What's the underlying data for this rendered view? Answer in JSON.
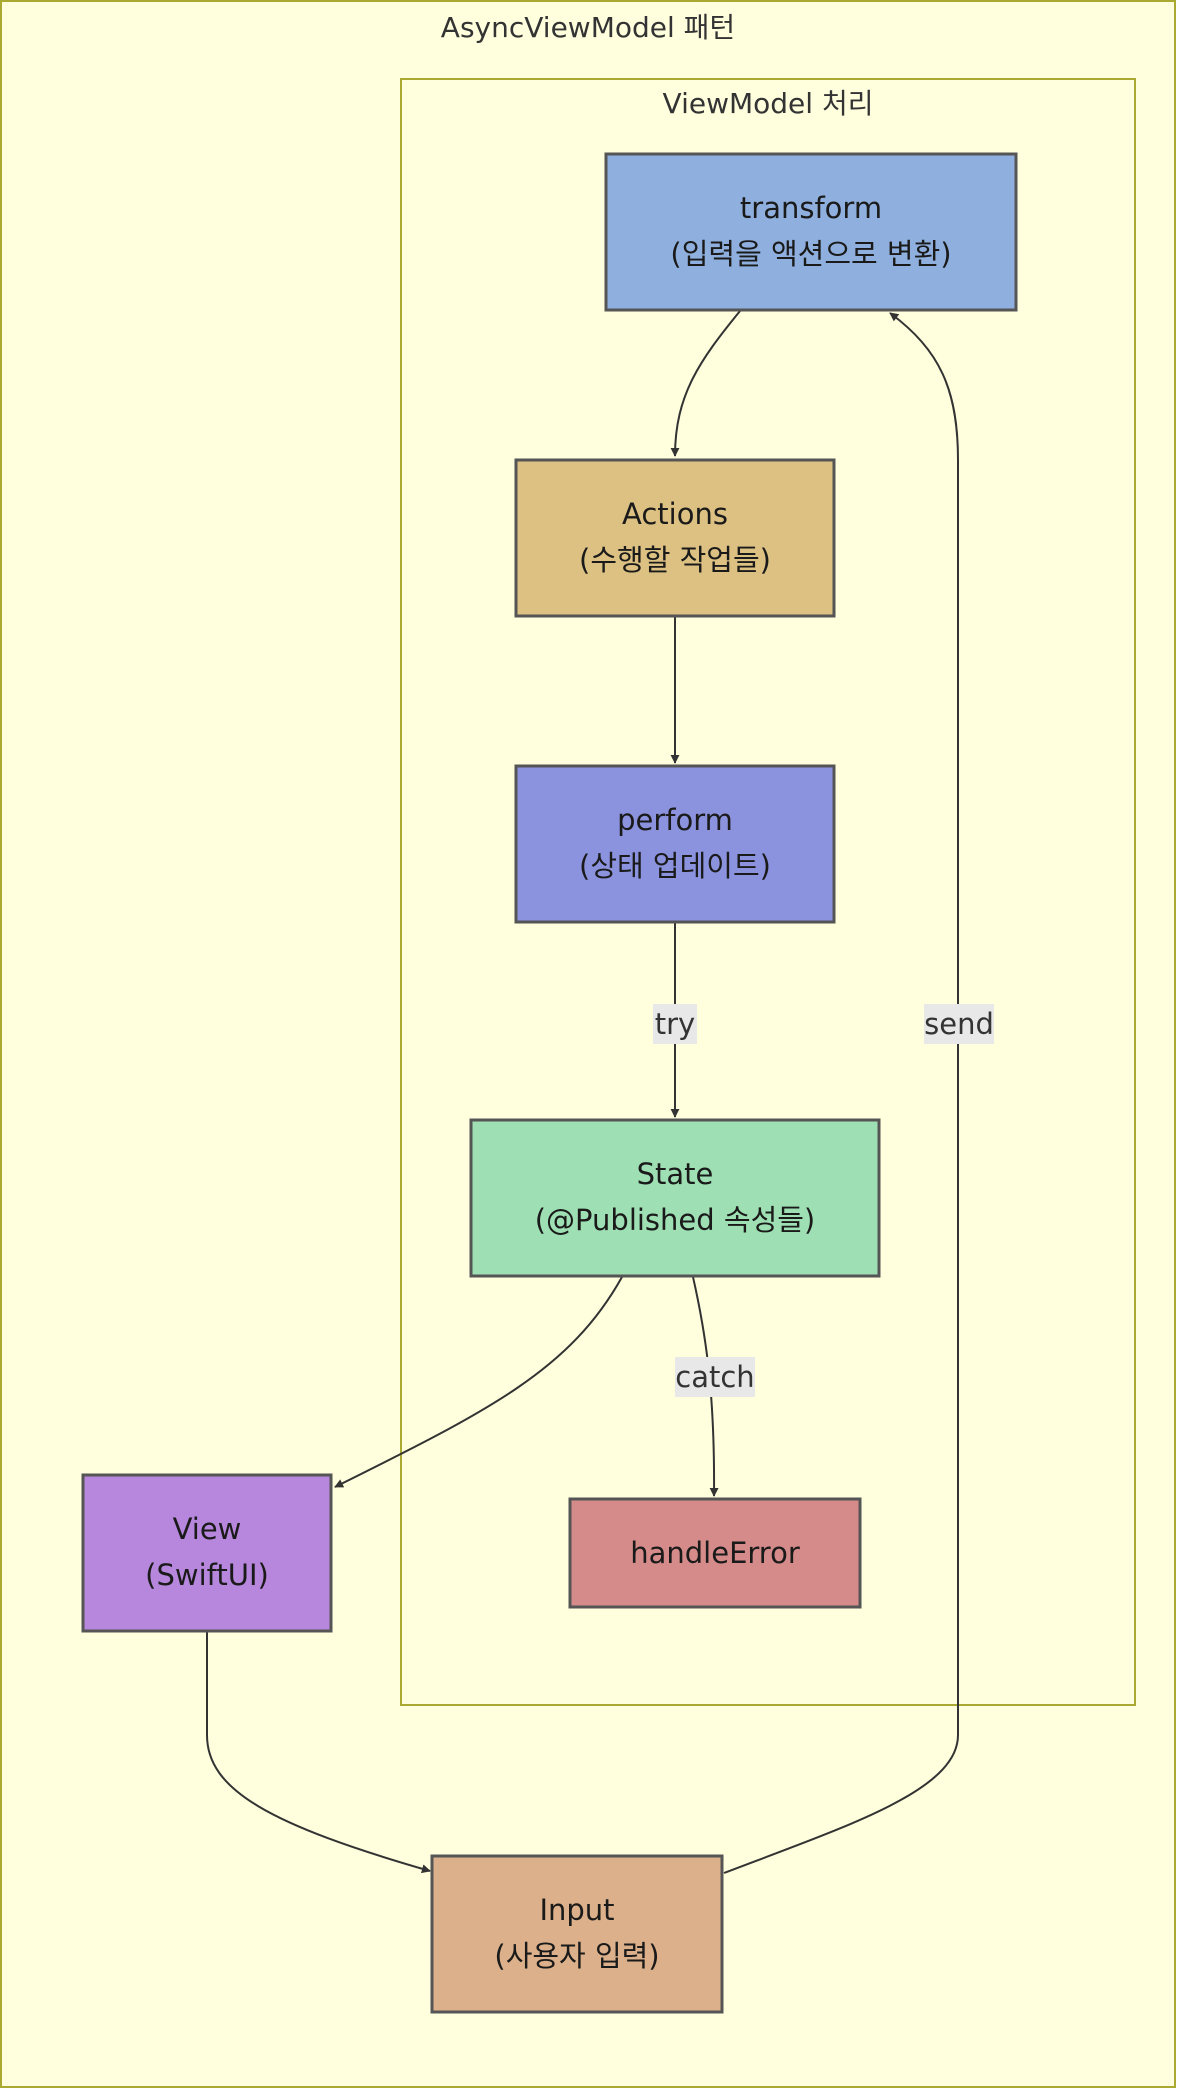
{
  "outer_cluster": {
    "title": "AsyncViewModel 패턴",
    "fill": "#ffffde",
    "stroke": "#aaaa33"
  },
  "inner_cluster": {
    "title": "ViewModel 처리",
    "fill": "#ffffde",
    "stroke": "#aaaa33"
  },
  "nodes": {
    "transform": {
      "line1": "transform",
      "line2": "(입력을 액션으로 변환)",
      "fill": "#8fb0de"
    },
    "actions": {
      "line1": "Actions",
      "line2": "(수행할 작업들)",
      "fill": "#dcc182"
    },
    "perform": {
      "line1": "perform",
      "line2": "(상태 업데이트)",
      "fill": "#8b93de"
    },
    "state": {
      "line1": "State",
      "line2": "(@Published 속성들)",
      "fill": "#9ee0b4"
    },
    "handle_error": {
      "line1": "handleError",
      "line2": "",
      "fill": "#d48b89"
    },
    "view": {
      "line1": "View",
      "line2": "(SwiftUI)",
      "fill": "#b687dc"
    },
    "input": {
      "line1": "Input",
      "line2": "(사용자 입력)",
      "fill": "#dbb08a"
    }
  },
  "edges": [
    {
      "from": "transform",
      "to": "actions",
      "label": ""
    },
    {
      "from": "actions",
      "to": "perform",
      "label": ""
    },
    {
      "from": "perform",
      "to": "state",
      "label": "try"
    },
    {
      "from": "state",
      "to": "handle_error",
      "label": "catch"
    },
    {
      "from": "state",
      "to": "view",
      "label": ""
    },
    {
      "from": "view",
      "to": "input",
      "label": ""
    },
    {
      "from": "input",
      "to": "transform",
      "label": "send"
    }
  ],
  "style": {
    "node_stroke": "#555555",
    "edge_color": "#333333",
    "label_bg": "#e8e8e8"
  }
}
